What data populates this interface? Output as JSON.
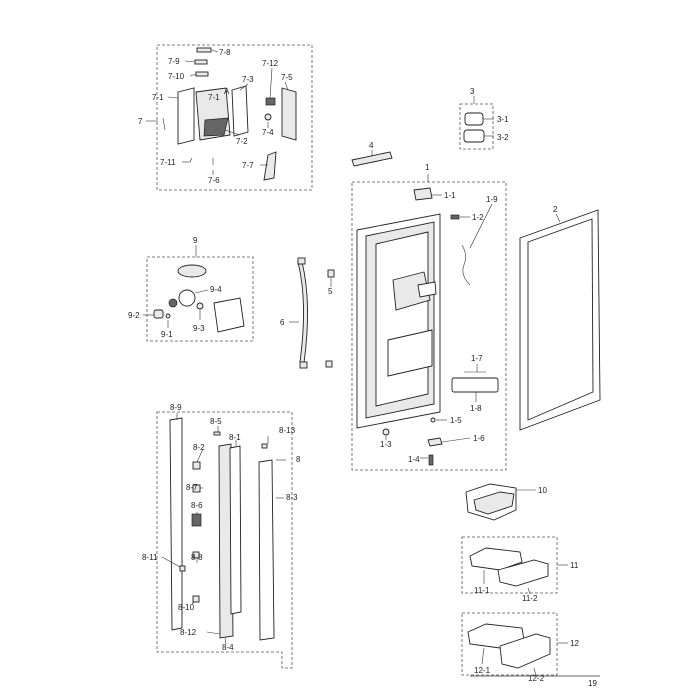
{
  "page_number": "19",
  "callouts": {
    "c7_8": "7-8",
    "c7_9": "7-9",
    "c7_10": "7-10",
    "c7_1a": "7-1",
    "c7_1b": "7-1",
    "c7_A": "A",
    "c7": "7",
    "c7_3": "7-3",
    "c7_12": "7-12",
    "c7_5": "7-5",
    "c7_4": "7-4",
    "c7_2": "7-2",
    "c7_11": "7-11",
    "c7_6": "7-6",
    "c7_7": "7-7",
    "c3": "3",
    "c3_1": "3-1",
    "c3_2": "3-2",
    "c4": "4",
    "c1": "1",
    "c1_1": "1-1",
    "c1_2": "1-2",
    "c1_9": "1-9",
    "c1_7": "1-7",
    "c1_8": "1-8",
    "c1_5": "1-5",
    "c1_3": "1-3",
    "c1_6": "1-6",
    "c1_4": "1-4",
    "c2": "2",
    "c9": "9",
    "c9_4": "9-4",
    "c9_2": "9-2",
    "c9_1": "9-1",
    "c9_3": "9-3",
    "c5": "5",
    "c6": "6",
    "c8_9": "8-9",
    "c8_5": "8-5",
    "c8_1": "8-1",
    "c8_13": "8-13",
    "c8": "8",
    "c8_2": "8-2",
    "c8_7": "8-7",
    "c8_3": "8-3",
    "c8_6": "8-6",
    "c8_11": "8-11",
    "c8_8": "8-8",
    "c8_10": "8-10",
    "c8_12": "8-12",
    "c8_4": "8-4",
    "c10": "10",
    "c11": "11",
    "c11_1": "11-1",
    "c11_2": "11-2",
    "c12": "12",
    "c12_1": "12-1",
    "c12_2": "12-2"
  }
}
